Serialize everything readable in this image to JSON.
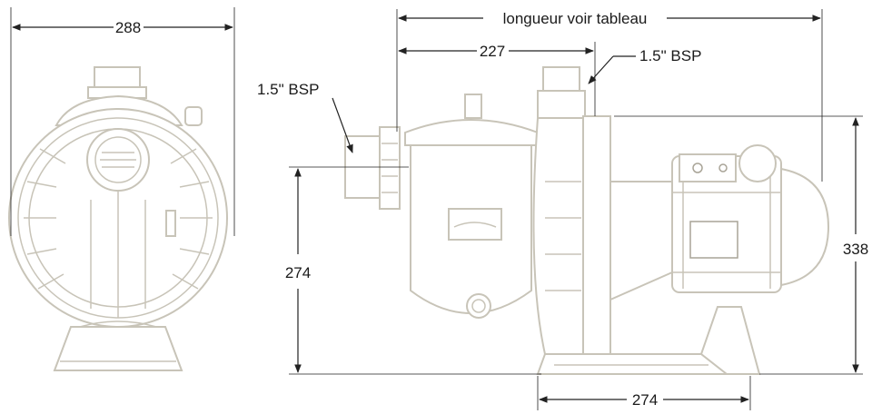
{
  "dimensions": {
    "front_width": "288",
    "total_length": "longueur voir tableau",
    "inlet_to_face": "227",
    "outlet_thread": "1.5\" BSP",
    "inlet_thread": "1.5\" BSP",
    "axis_height": "274",
    "total_height": "338",
    "base_width": "274"
  },
  "colors": {
    "drawing_line": "#c8c4b8",
    "dimension_line": "#222222"
  }
}
